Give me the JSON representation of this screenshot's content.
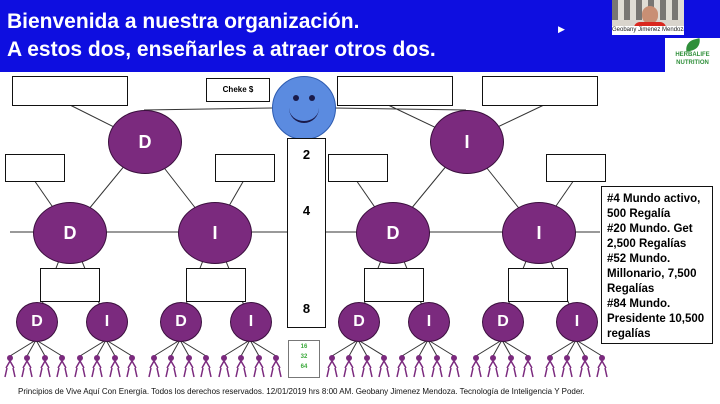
{
  "banner": {
    "title_line1": "Bienvenida a nuestra organización.",
    "title_line2": "A estos dos, enseñarles a atraer otros dos.",
    "bg_color": "#0e0ee0"
  },
  "webcam": {
    "participant_name": "Geobany Jimenez Mendoza"
  },
  "logo": {
    "line1": "HERBALIFE",
    "line2": "NUTRITION"
  },
  "diagram": {
    "cheke_label": "Cheke $",
    "top_left_letter": "D",
    "top_right_letter": "I",
    "mid_letters": [
      "D",
      "I",
      "D",
      "I"
    ],
    "low_letters": [
      "D",
      "I",
      "D",
      "I",
      "D",
      "I",
      "D",
      "I"
    ],
    "column_numbers": [
      "2",
      "4",
      "8"
    ],
    "bottom_numbers": [
      "16",
      "32",
      "64"
    ],
    "circle_color": "#7b2a7e",
    "smiley_color": "#5b8be0"
  },
  "info_box": {
    "text": "#4 Mundo activo,\n500 Regalía\n#20 Mundo. Get\n2,500 Regalías\n#52 Mundo.\nMillonario, 7,500\nRegalías\n#84 Mundo.\nPresidente 10,500\nregalías"
  },
  "footer": {
    "text": "Principios de Vive Aquí Con Energía. Todos los derechos reservados. 12/01/2019 hrs 8:00 AM. Geobany Jimenez Mendoza. Tecnología de Inteligencia Y Poder."
  }
}
